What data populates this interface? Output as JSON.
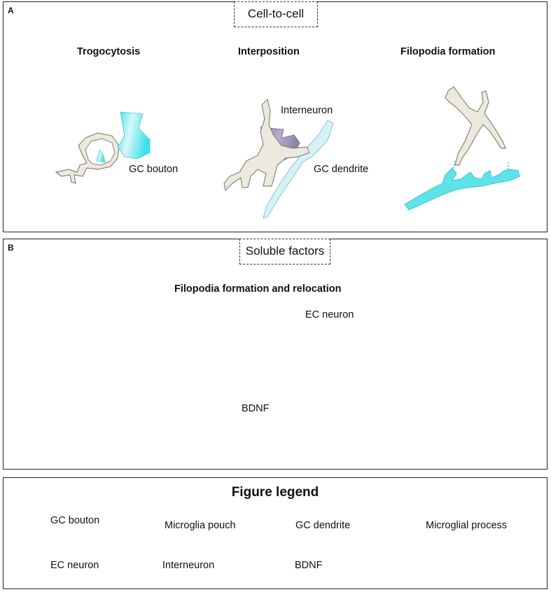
{
  "panel_a": {
    "letter": "A",
    "title": "Cell-to-cell",
    "sections": [
      "Trogocytosis",
      "Interposition",
      "Filopodia formation"
    ],
    "labels": {
      "gc_bouton": "GC bouton",
      "interneuron": "Interneuron",
      "gc_dendrite": "GC dendrite"
    }
  },
  "panel_b": {
    "letter": "B",
    "title": "Soluble factors",
    "section": "Filopodia formation and relocation",
    "labels": {
      "ec_neuron": "EC neuron",
      "bdnf": "BDNF"
    }
  },
  "legend": {
    "title": "Figure legend",
    "items": [
      {
        "label": "GC bouton",
        "icon": "gc-bouton-icon"
      },
      {
        "label": "Microglia pouch",
        "icon": "microglia-pouch-icon"
      },
      {
        "label": "GC dendrite",
        "icon": "gc-dendrite-icon"
      },
      {
        "label": "Microglial process",
        "icon": "microglial-process-icon"
      },
      {
        "label": "EC neuron",
        "icon": "ec-neuron-icon"
      },
      {
        "label": "Interneuron",
        "icon": "interneuron-icon"
      },
      {
        "label": "BDNF",
        "icon": "bdnf-icon"
      }
    ]
  },
  "colors": {
    "gc": "#5ee3ea",
    "gc_light": "#d8f1f5",
    "microglia": "#ece9df",
    "microglia_stroke": "#8a857a",
    "interneuron": "#9a8db4",
    "ec_neuron": "#f0a07e",
    "bdnf": "#5f8a2e"
  }
}
